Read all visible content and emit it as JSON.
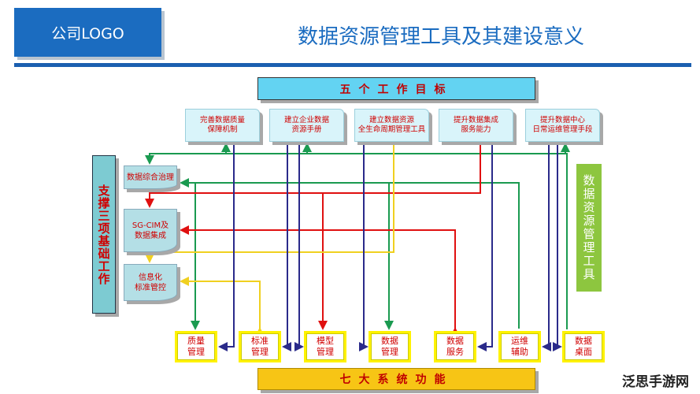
{
  "header": {
    "logo": "公司LOGO",
    "title": "数据资源管理工具及其建设意义"
  },
  "goals": {
    "heading": "五个工作目标",
    "items": [
      "完善数据质量\n保障机制",
      "建立企业数据\n资源手册",
      "建立数据资源\n全生命周期管理工具",
      "提升数据集成\n服务能力",
      "提升数据中心\n日常运维管理手段"
    ]
  },
  "support": {
    "heading": "支撑三项基础工作",
    "items": [
      "数据综合治理",
      "SG-CIM及\n数据集成",
      "信息化\n标准管控"
    ]
  },
  "tool": {
    "label": "数据资源管理工具"
  },
  "functions": {
    "heading": "七大系统功能",
    "items": [
      "质量\n管理",
      "标准\n管理",
      "模型\n管理",
      "数据\n管理",
      "数据\n服务",
      "运维\n辅助",
      "数据\n桌面"
    ]
  },
  "watermark": "泛思手游网",
  "colors": {
    "green": "#1a9a50",
    "red": "#e01010",
    "yellow": "#f0d020",
    "navy": "#2a2a8a"
  }
}
